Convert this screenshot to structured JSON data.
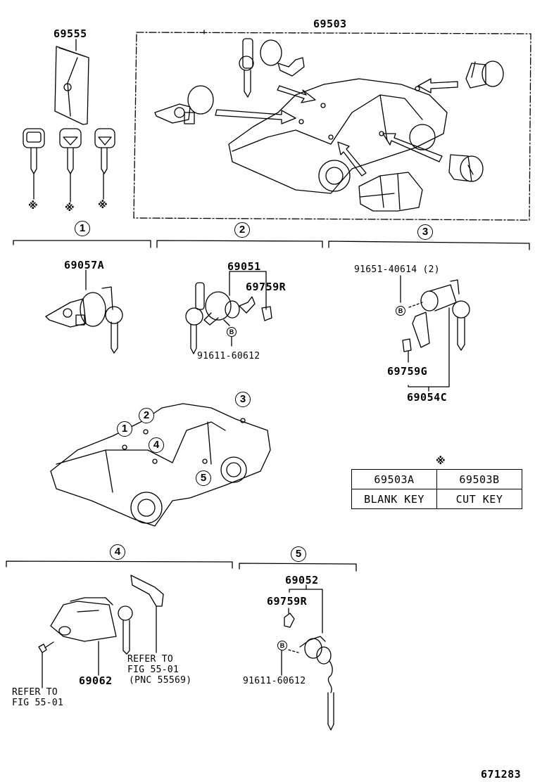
{
  "figure_number": "671283",
  "top": {
    "key_case_label": "69555",
    "cylinder_set_label": "69503",
    "key_marks": [
      "※",
      "※",
      "※"
    ]
  },
  "sections": [
    {
      "number": "1",
      "parts": [
        "69057A"
      ]
    },
    {
      "number": "2",
      "parts": [
        "69051",
        "69759R",
        "91611-60612"
      ],
      "bolt_mark": "B"
    },
    {
      "number": "3",
      "parts": [
        "91651-40614 (2)",
        "69759G",
        "69054C"
      ],
      "bolt_mark": "B"
    },
    {
      "number": "4",
      "parts": [
        "69062"
      ],
      "refs": [
        "REFER TO",
        "FIG 55-01",
        "(PNC 55569)",
        "REFER TO",
        "FIG 55-01"
      ]
    },
    {
      "number": "5",
      "parts": [
        "69052",
        "69759R",
        "91611-60612"
      ],
      "bolt_mark": "B"
    }
  ],
  "car_callouts": [
    "1",
    "2",
    "3",
    "4",
    "5"
  ],
  "key_table": {
    "mark": "※",
    "header": [
      "69503A",
      "69503B"
    ],
    "row": [
      "BLANK KEY",
      "CUT KEY"
    ]
  }
}
